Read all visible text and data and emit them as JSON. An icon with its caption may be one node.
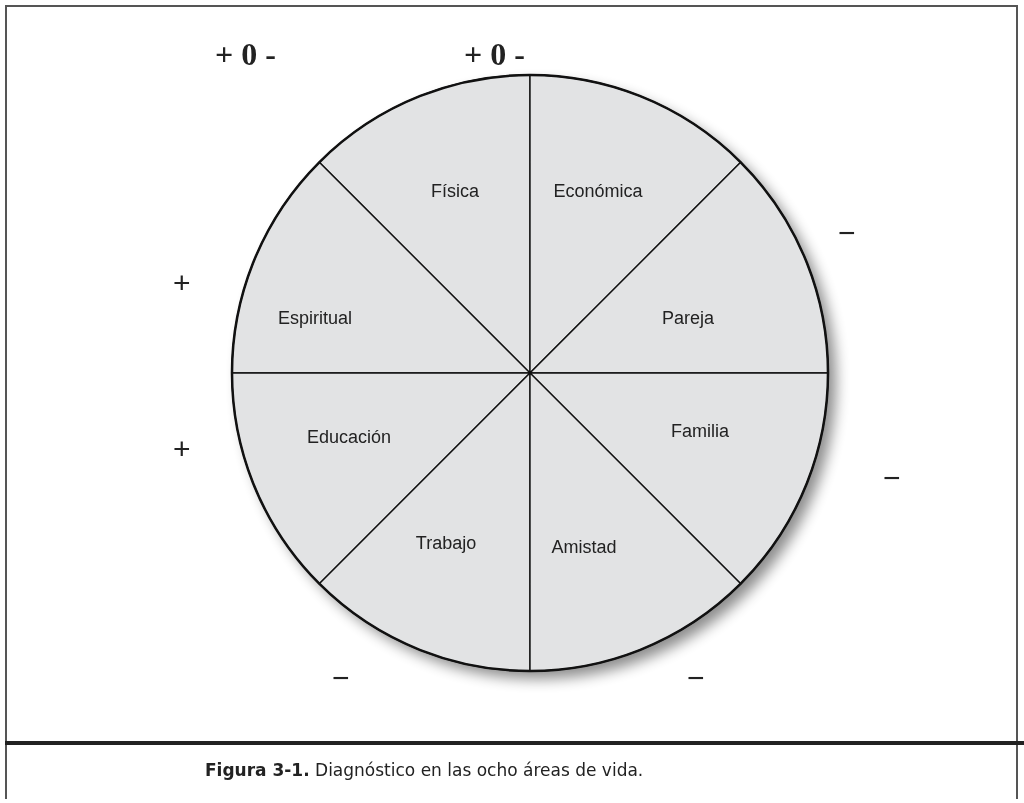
{
  "diagram": {
    "caption": "**Figura 3-1.** Diagnóstico en las ocho áreas de vida.",
    "nodes": [
      {
        "text": [
          "Física"
        ]
      },
      {
        "text": [
          "Económica"
        ]
      },
      {
        "text": [
          "Espiritual"
        ]
      },
      {
        "text": [
          "Pareja"
        ]
      },
      {
        "text": [
          "Educación"
        ]
      },
      {
        "text": [
          "Familia"
        ]
      },
      {
        "text": [
          "Trabajo"
        ]
      },
      {
        "text": [
          "Amistad"
        ]
      }
    ],
    "labels": [
      "+ 0 -",
      "+ 0 -",
      "−",
      "+",
      "+",
      "−",
      "−",
      "−"
    ]
  }
}
